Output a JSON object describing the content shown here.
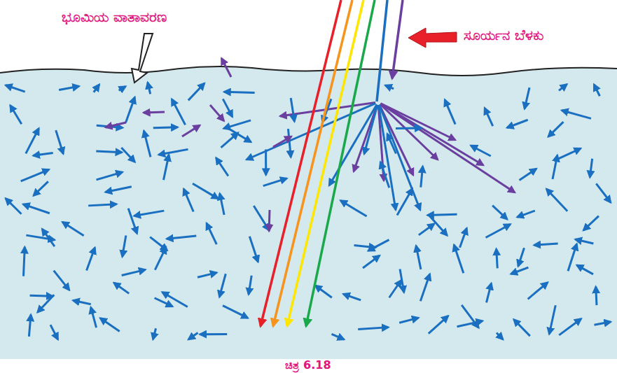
{
  "diagram": {
    "caption": "ಚಿತ್ರ 6.18",
    "labels": [
      "ಭೂಮಿಯ ವಾತಾವರಣ",
      "ಸೂರ್ಯನ ಬೆಳಕು"
    ]
  }
}
